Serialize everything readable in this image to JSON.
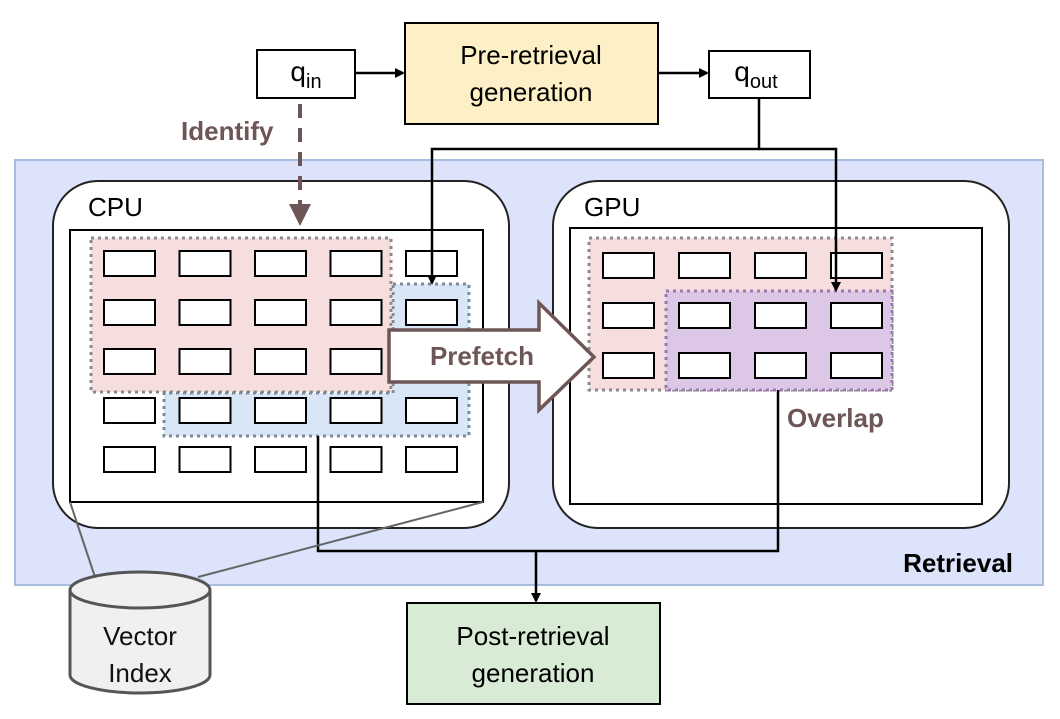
{
  "nodes": {
    "q_in": {
      "base": "q",
      "sub": "in"
    },
    "q_out": {
      "base": "q",
      "sub": "out"
    },
    "pre_retrieval": {
      "line1": "Pre-retrieval",
      "line2": "generation"
    },
    "post_retrieval": {
      "line1": "Post-retrieval",
      "line2": "generation"
    },
    "cpu": "CPU",
    "gpu": "GPU",
    "retrieval": "Retrieval",
    "vector_index": {
      "line1": "Vector",
      "line2": "Index"
    }
  },
  "annotations": {
    "identify": "Identify",
    "prefetch": "Prefetch",
    "overlap": "Overlap"
  },
  "colors": {
    "retrieval_bg": "#dce3fb",
    "retrieval_border": "#a9bde0",
    "pre_fill": "#fdf0c6",
    "post_fill": "#d7ebd5",
    "identified_fill": "#f6dede",
    "query_region_fill": "#d8e6f6",
    "overlap_fill": "#dcc8e6",
    "annotation_color": "#6e5656",
    "cylinder_fill": "#f0f0f0"
  },
  "grid": {
    "cpu_rows": 5,
    "cpu_cols": 5,
    "gpu_rows": 3,
    "gpu_cols": 4
  }
}
